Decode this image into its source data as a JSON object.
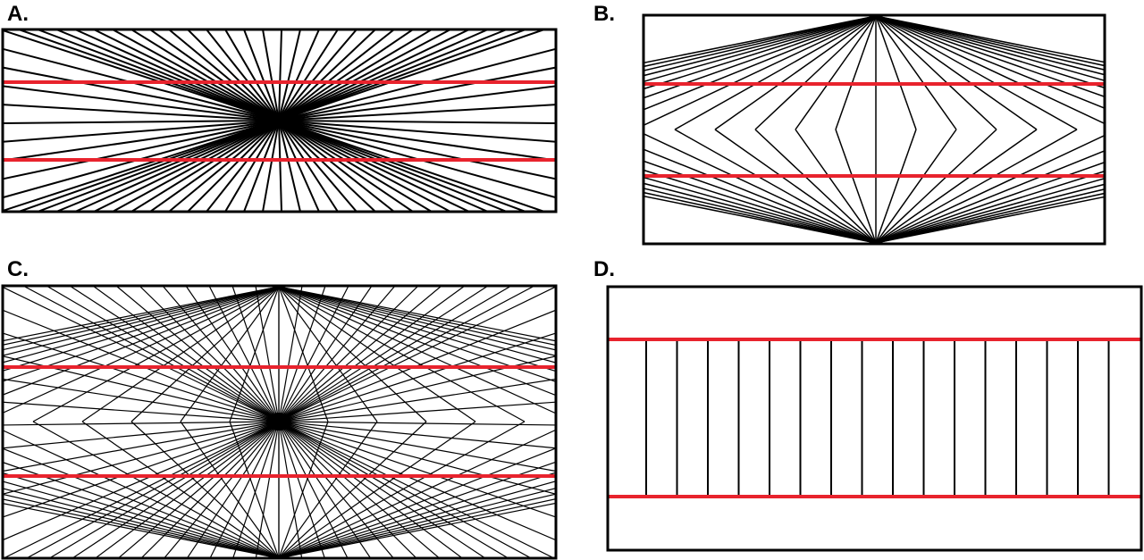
{
  "panels": [
    {
      "label": "A.",
      "pattern": "radial-burst"
    },
    {
      "label": "B.",
      "pattern": "two-apex-fans"
    },
    {
      "label": "C.",
      "pattern": "combined-fans-and-burst"
    },
    {
      "label": "D.",
      "pattern": "parallel-verticals"
    }
  ],
  "colors": {
    "lines": "#000000",
    "highlight": "#e8232d",
    "frame": "#000000",
    "background": "#ffffff"
  }
}
